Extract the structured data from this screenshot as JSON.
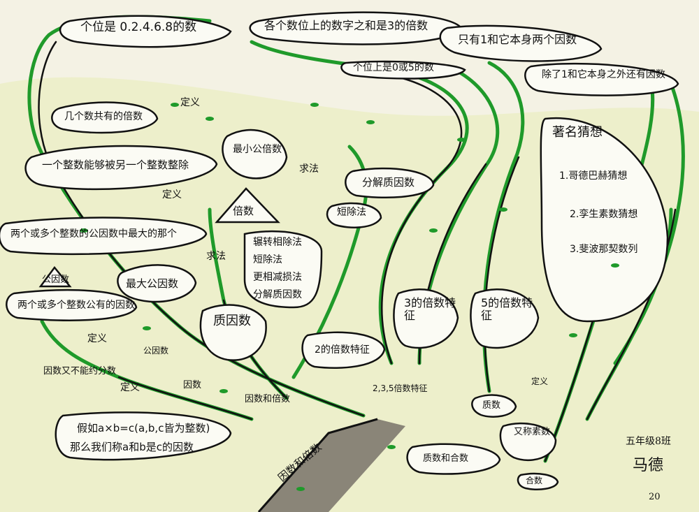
{
  "nodes": {
    "multiple_of_2": "个位是 0.2.4.6.8的数",
    "multiple_of_3": "各个数位上的数字之和是3的倍数",
    "prime": "只有1和它本身两个因数",
    "multiple_of_5": "个位上是0或5的数",
    "composite": "除了1和它本身之外还有因数",
    "guesses_title": "著名猜想",
    "guesses_1": "1.哥德巴赫猜想",
    "guesses_2": "2.孪生素数猜想",
    "guesses_3": "3.斐波那契数列",
    "common_multiple": "几个数共有的倍数",
    "def_divisible": "一个整数能够被另一个整数整除",
    "definition_1": "定义",
    "definition_2": "定义",
    "definition_3": "定义",
    "definition_4": "定义",
    "definition_5": "定义",
    "lcm": "最小公倍数",
    "method_1": "求法",
    "method_2": "求法",
    "factorize": "分解质因数",
    "short_division_1": "短除法",
    "multiple": "倍数",
    "gcd_def": "两个或多个整数的公因数中最大的那个",
    "euclid": "辗转相除法",
    "short_division_2": "短除法",
    "subtraction": "更相减损法",
    "factorize_2": "分解质因数",
    "gcd": "最大公因数",
    "common_factor_label": "公因数",
    "common_factor_def": "两个或多个整数公有的因数",
    "prime_factor": "质因数",
    "common_factor_small": "公因数",
    "factor_def_short": "因数又不能约分数",
    "factor": "因数",
    "factor_formula_1": "假如a×b=c(a,b,c皆为整数)",
    "factor_formula_2": "那么我们称a和b是c的因数",
    "factor_and_multiple": "因数和倍数",
    "trunk": "因数和倍数",
    "feature_2": "2的倍数特征",
    "feature_3": "3的倍数特征",
    "feature_5": "5的倍数特征",
    "feature_235": "2,3,5倍数特征",
    "prime_number": "质数",
    "twin_prime": "又称素数",
    "prime_and_composite": "质数和合数",
    "composite_number": "合数"
  },
  "author": {
    "class": "五年级8班",
    "name": "马德",
    "number": "20"
  },
  "colors": {
    "ink": "#111111",
    "leaf": "#1f9a2a",
    "trunk": "#8a8578",
    "paper": "#f4f2e4",
    "wash": "#e9eec0"
  }
}
